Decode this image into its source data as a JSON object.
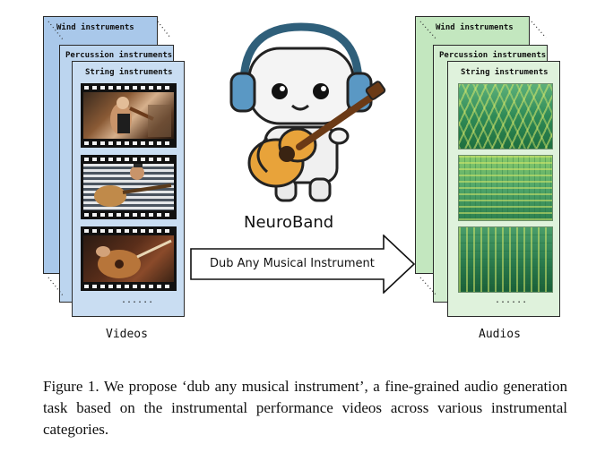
{
  "videos": {
    "cards": [
      "Wind instruments",
      "Percussion instruments",
      "String instruments"
    ],
    "ellipsis": "......",
    "label": "Videos"
  },
  "audios": {
    "cards": [
      "Wind instruments",
      "Percussion instruments",
      "String instruments"
    ],
    "ellipsis": "......",
    "label": "Audios"
  },
  "center": {
    "name": "NeuroBand",
    "arrow_text": "Dub Any Musical Instrument"
  },
  "caption": {
    "text": "Figure 1.  We propose ‘dub any musical instrument’, a fine-grained audio generation task based on the instrumental performance videos across various instrumental categories."
  },
  "colors": {
    "video_card": "#c9ddf2",
    "audio_card": "#dff2dc",
    "spectrogram_low": "#1f6f3f",
    "spectrogram_high": "#d7e86a"
  }
}
